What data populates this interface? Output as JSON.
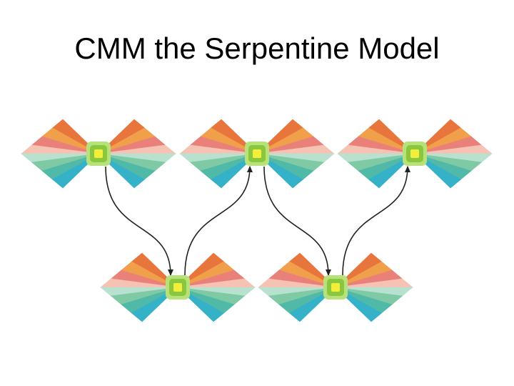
{
  "slide": {
    "title": "CMM the Serpentine Model"
  },
  "diagram": {
    "node_count": 5,
    "fan_colors": [
      "#e8763c",
      "#f0a04a",
      "#e9817a",
      "#f6c2b4",
      "#b8e2cf",
      "#7fcaa5",
      "#51b9a8",
      "#35b1c8"
    ],
    "hub_outer_color": "#b7e27a",
    "hub_inner_color": "#8bc63f",
    "hub_core_color": "#f2ef3c",
    "edge_color": "#222222",
    "nodes": [
      {
        "id": "n1",
        "row": "top"
      },
      {
        "id": "n2",
        "row": "top"
      },
      {
        "id": "n3",
        "row": "top"
      },
      {
        "id": "n4",
        "row": "bottom"
      },
      {
        "id": "n5",
        "row": "bottom"
      }
    ],
    "edges": [
      {
        "from": "n1",
        "to": "n4"
      },
      {
        "from": "n4",
        "to": "n2"
      },
      {
        "from": "n2",
        "to": "n5"
      },
      {
        "from": "n5",
        "to": "n3"
      }
    ]
  }
}
